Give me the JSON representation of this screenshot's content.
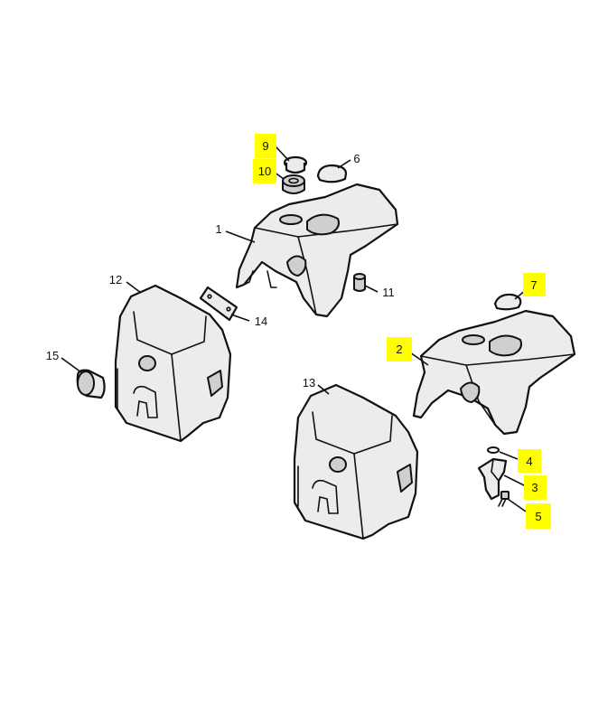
{
  "labels": {
    "p1": "1",
    "p2": "2",
    "p3": "3",
    "p4": "4",
    "p5": "5",
    "p6": "6",
    "p7": "7",
    "p9": "9",
    "p10": "10",
    "p11": "11",
    "p12": "12",
    "p13": "13",
    "p14": "14",
    "p15": "15"
  },
  "highlighted_labels": [
    "2",
    "3",
    "4",
    "5",
    "7",
    "9",
    "10"
  ],
  "colors": {
    "highlight": "#ffff00",
    "line": "#111111",
    "part_fill": "#ececec"
  }
}
